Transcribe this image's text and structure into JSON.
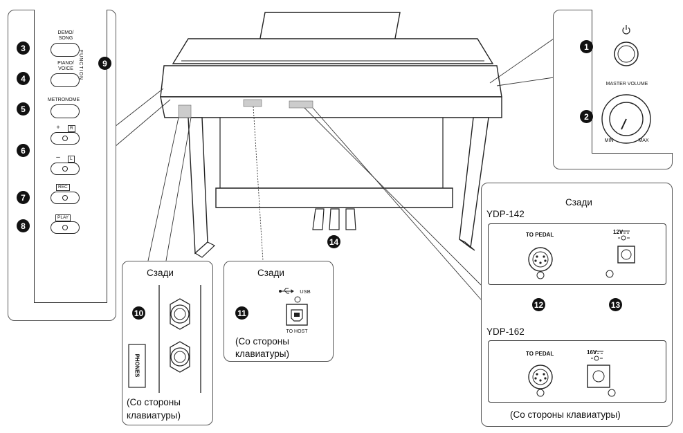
{
  "left_panel": {
    "demo_song": "DEMO/\nSONG",
    "piano_voice": "PIANO/\nVOICE",
    "function": "FUNCTION",
    "metronome": "METRONOME",
    "plus": "+",
    "r": "R",
    "minus": "–",
    "l": "L",
    "rec": "REC",
    "play": "PLAY"
  },
  "numbers": {
    "n1": "1",
    "n2": "2",
    "n3": "3",
    "n4": "4",
    "n5": "5",
    "n6": "6",
    "n7": "7",
    "n8": "8",
    "n9": "9",
    "n10": "10",
    "n11": "11",
    "n12": "12",
    "n13": "13",
    "n14": "14"
  },
  "top_right": {
    "master_volume": "MASTER VOLUME",
    "min": "MIN",
    "max": "MAX"
  },
  "phones_box": {
    "title": "Сзади",
    "phones": "PHONES",
    "caption_line1": "(Со стороны",
    "caption_line2": "клавиатуры)"
  },
  "usb_box": {
    "title": "Сзади",
    "usb": "USB",
    "to_host": "TO HOST",
    "caption_line1": "(Со стороны",
    "caption_line2": "клавиатуры)"
  },
  "rear_box": {
    "title": "Сзади",
    "model1": "YDP-142",
    "model2": "YDP-162",
    "to_pedal": "TO PEDAL",
    "v12": "12V",
    "v16": "16V",
    "caption": "(Со стороны клавиатуры)"
  }
}
